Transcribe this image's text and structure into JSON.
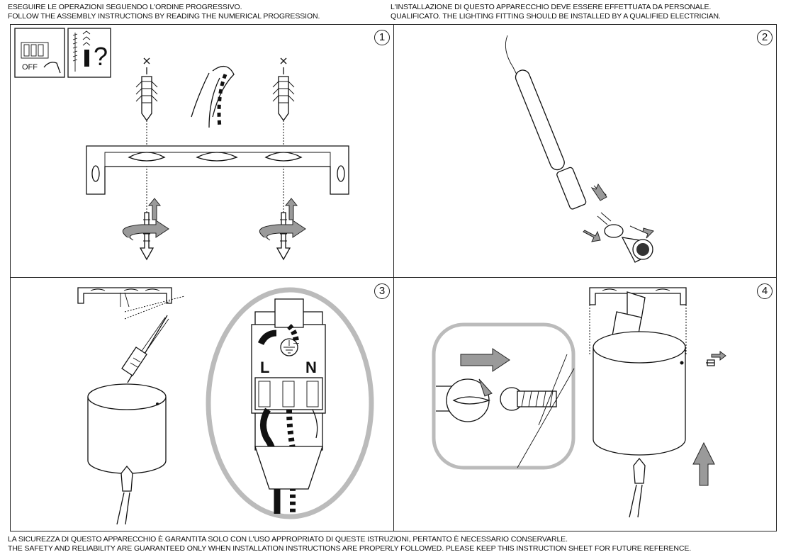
{
  "header": {
    "left_line1": "ESEGUIRE LE OPERAZIONI SEGUENDO L'ORDINE PROGRESSIVO.",
    "left_line2": "FOLLOW THE ASSEMBLY INSTRUCTIONS BY READING THE NUMERICAL PROGRESSION.",
    "right_line1": "L'INSTALLAZIONE DI QUESTO APPARECCHIO DEVE ESSERE EFFETTUATA DA PERSONALE.",
    "right_line2": "QUALIFICATO. THE LIGHTING FITTING SHOULD BE INSTALLED BY A QUALIFIED ELECTRICIAN."
  },
  "footer": {
    "line1": "LA SICUREZZA DI QUESTO APPARECCHIO È GARANTITA SOLO CON L'USO APPROPRIATO DI QUESTE ISTRUZIONI, PERTANTO È NECESSARIO CONSERVARLE.",
    "line2": "THE SAFETY AND RELIABILITY ARE GUARANTEED ONLY WHEN INSTALLATION INSTRUCTIONS ARE PROPERLY FOLLOWED. PLEASE KEEP THIS INSTRUCTION SHEET FOR FUTURE REFERENCE."
  },
  "steps": [
    {
      "number": "1",
      "icons": {
        "power_off_label": "OFF",
        "question_mark": "?"
      }
    },
    {
      "number": "2"
    },
    {
      "number": "3",
      "terminal_labels": {
        "live": "L",
        "neutral": "N"
      }
    },
    {
      "number": "4"
    }
  ],
  "icons": {
    "power_switch": "breaker-off-icon",
    "tools": "screw-plug-question-icon",
    "earth": "ground-symbol-icon"
  },
  "colors": {
    "line": "#111111",
    "arrow_fill": "#9a9a9a"
  }
}
